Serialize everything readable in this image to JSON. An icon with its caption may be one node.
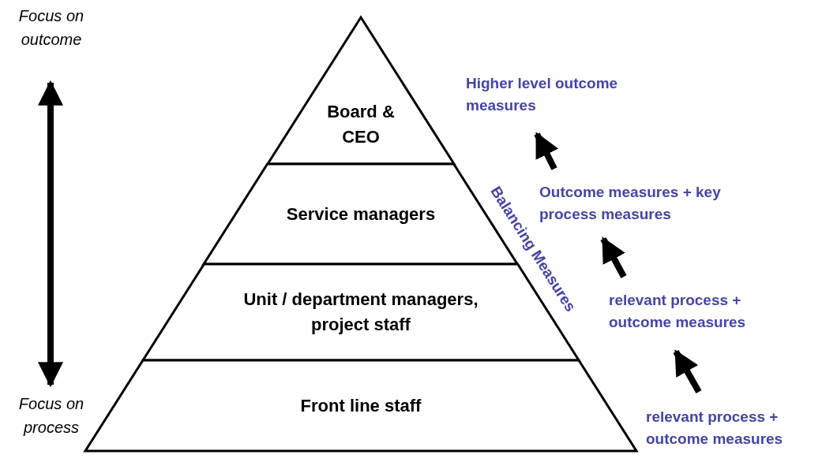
{
  "diagram": {
    "nodes": [
      {
        "text": [
          "Focus on outcome"
        ]
      },
      {
        "text": [
          "Focus on process"
        ]
      },
      {
        "text": [
          "Board & CEO"
        ]
      },
      {
        "text": [
          "Service managers"
        ]
      },
      {
        "text": [
          "Unit / department managers, project staff"
        ]
      },
      {
        "text": [
          "Front line staff"
        ]
      },
      {
        "text": [
          "Higher level outcome measures"
        ]
      },
      {
        "text": [
          "Outcome measures + key process measures"
        ]
      },
      {
        "text": [
          "relevant process + outcome measures"
        ]
      },
      {
        "text": [
          "relevant process + outcome measures"
        ]
      }
    ],
    "edges": [
      {
        "from": 1,
        "to": 0,
        "arrow": "both"
      },
      {
        "from": 9,
        "to": 8,
        "arrow": "to"
      },
      {
        "from": 8,
        "to": 7,
        "arrow": "to"
      },
      {
        "from": 7,
        "to": 6,
        "arrow": "to"
      }
    ],
    "labels": [
      "Balancing Measures"
    ]
  }
}
